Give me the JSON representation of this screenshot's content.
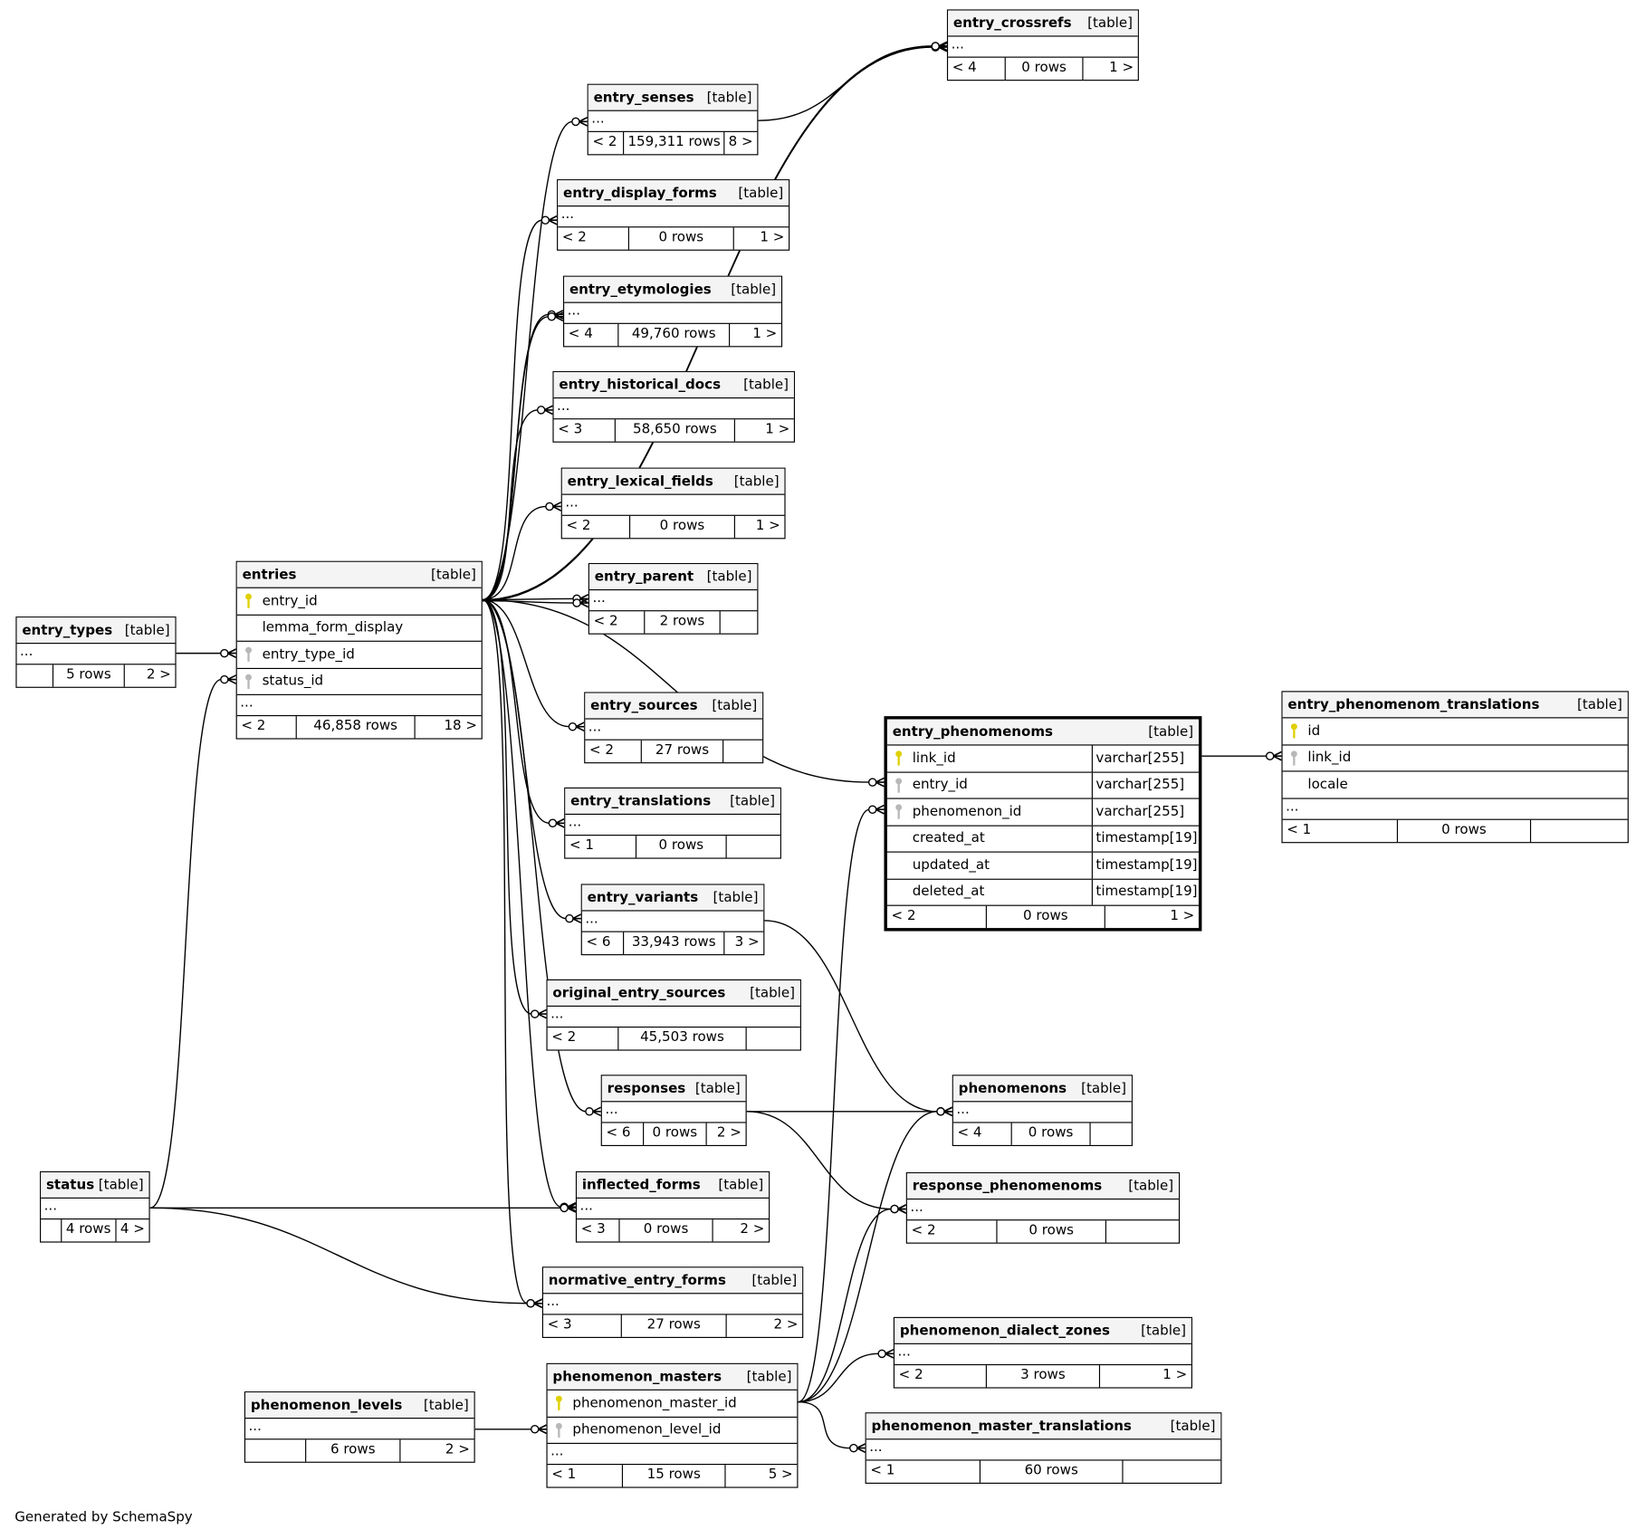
{
  "credit": "Generated by SchemaSpy",
  "colors": {
    "primary_key": "#e0d000",
    "foreign_key": "#b8b8b8",
    "header_bg": "#f4f4f4"
  },
  "tables": [
    {
      "name": "entry_crossrefs",
      "kind": "[table]",
      "columns": [],
      "footer": [
        "< 4",
        "0 rows",
        "1 >"
      ]
    },
    {
      "name": "entry_senses",
      "kind": "[table]",
      "columns": [],
      "footer": [
        "< 2",
        "159,311 rows",
        "8 >"
      ]
    },
    {
      "name": "entry_display_forms",
      "kind": "[table]",
      "columns": [],
      "footer": [
        "< 2",
        "0 rows",
        "1 >"
      ]
    },
    {
      "name": "entry_etymologies",
      "kind": "[table]",
      "columns": [],
      "footer": [
        "< 4",
        "49,760 rows",
        "1 >"
      ]
    },
    {
      "name": "entry_historical_docs",
      "kind": "[table]",
      "columns": [],
      "footer": [
        "< 3",
        "58,650 rows",
        "1 >"
      ]
    },
    {
      "name": "entry_lexical_fields",
      "kind": "[table]",
      "columns": [],
      "footer": [
        "< 2",
        "0 rows",
        "1 >"
      ]
    },
    {
      "name": "entry_parent",
      "kind": "[table]",
      "columns": [],
      "footer": [
        "< 2",
        "2 rows",
        ""
      ]
    },
    {
      "name": "entries",
      "kind": "[table]",
      "columns": [
        {
          "name": "entry_id",
          "key": "pk"
        },
        {
          "name": "lemma_form_display",
          "key": ""
        },
        {
          "name": "entry_type_id",
          "key": "fk"
        },
        {
          "name": "status_id",
          "key": "fk"
        }
      ],
      "footer": [
        "< 2",
        "46,858 rows",
        "18 >"
      ]
    },
    {
      "name": "entry_types",
      "kind": "[table]",
      "columns": [],
      "footer": [
        "",
        "5 rows",
        "2 >"
      ]
    },
    {
      "name": "entry_sources",
      "kind": "[table]",
      "columns": [],
      "footer": [
        "< 2",
        "27 rows",
        ""
      ]
    },
    {
      "name": "entry_phenomenoms",
      "kind": "[table]",
      "columns": [
        {
          "name": "link_id",
          "key": "pk",
          "type": "varchar[255]"
        },
        {
          "name": "entry_id",
          "key": "fk",
          "type": "varchar[255]"
        },
        {
          "name": "phenomenon_id",
          "key": "fk",
          "type": "varchar[255]"
        },
        {
          "name": "created_at",
          "key": "",
          "type": "timestamp[19]"
        },
        {
          "name": "updated_at",
          "key": "",
          "type": "timestamp[19]"
        },
        {
          "name": "deleted_at",
          "key": "",
          "type": "timestamp[19]"
        }
      ],
      "footer": [
        "< 2",
        "0 rows",
        "1 >"
      ],
      "no_ellipsis": true
    },
    {
      "name": "entry_phenomenom_translations",
      "kind": "[table]",
      "columns": [
        {
          "name": "id",
          "key": "pk"
        },
        {
          "name": "link_id",
          "key": "fk"
        },
        {
          "name": "locale",
          "key": ""
        }
      ],
      "footer": [
        "< 1",
        "0 rows",
        ""
      ]
    },
    {
      "name": "entry_translations",
      "kind": "[table]",
      "columns": [],
      "footer": [
        "< 1",
        "0 rows",
        ""
      ]
    },
    {
      "name": "entry_variants",
      "kind": "[table]",
      "columns": [],
      "footer": [
        "< 6",
        "33,943 rows",
        "3 >"
      ]
    },
    {
      "name": "original_entry_sources",
      "kind": "[table]",
      "columns": [],
      "footer": [
        "< 2",
        "45,503 rows",
        ""
      ]
    },
    {
      "name": "responses",
      "kind": "[table]",
      "columns": [],
      "footer": [
        "< 6",
        "0 rows",
        "2 >"
      ]
    },
    {
      "name": "phenomenons",
      "kind": "[table]",
      "columns": [],
      "footer": [
        "< 4",
        "0 rows",
        ""
      ]
    },
    {
      "name": "inflected_forms",
      "kind": "[table]",
      "columns": [],
      "footer": [
        "< 3",
        "0 rows",
        "2 >"
      ]
    },
    {
      "name": "response_phenomenoms",
      "kind": "[table]",
      "columns": [],
      "footer": [
        "< 2",
        "0 rows",
        ""
      ]
    },
    {
      "name": "status",
      "kind": "[table]",
      "columns": [],
      "footer": [
        "",
        "4 rows",
        "4 >"
      ]
    },
    {
      "name": "normative_entry_forms",
      "kind": "[table]",
      "columns": [],
      "footer": [
        "< 3",
        "27 rows",
        "2 >"
      ]
    },
    {
      "name": "phenomenon_dialect_zones",
      "kind": "[table]",
      "columns": [],
      "footer": [
        "< 2",
        "3 rows",
        "1 >"
      ]
    },
    {
      "name": "phenomenon_masters",
      "kind": "[table]",
      "columns": [
        {
          "name": "phenomenon_master_id",
          "key": "pk"
        },
        {
          "name": "phenomenon_level_id",
          "key": "fk"
        }
      ],
      "footer": [
        "< 1",
        "15 rows",
        "5 >"
      ]
    },
    {
      "name": "phenomenon_levels",
      "kind": "[table]",
      "columns": [],
      "footer": [
        "",
        "6 rows",
        "2 >"
      ]
    },
    {
      "name": "phenomenon_master_translations",
      "kind": "[table]",
      "columns": [],
      "footer": [
        "< 1",
        "60 rows",
        ""
      ]
    }
  ],
  "ellipsis": "..."
}
